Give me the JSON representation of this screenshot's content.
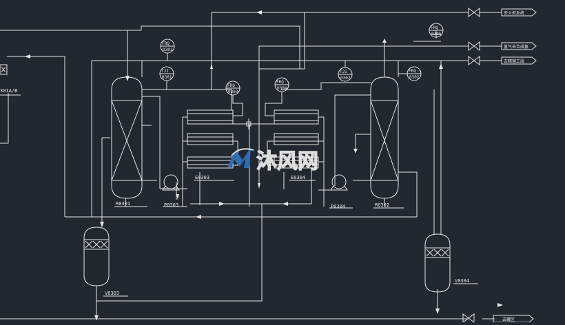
{
  "title": "",
  "equipment": {
    "r0301": "R0301",
    "r0302": "R0302",
    "p0303": "P0303",
    "p0304": "P0304",
    "e0303": "E0303",
    "e0304": "E0304",
    "v0303": "V0303",
    "v0304": "V0304",
    "left_cut_tag": "301A/B"
  },
  "instruments": [
    {
      "type": "FRQ",
      "num": "0301"
    },
    {
      "type": "TJI",
      "num": "0301"
    },
    {
      "type": "FRQ",
      "num": "0303"
    },
    {
      "type": "FRQ",
      "num": "0304"
    },
    {
      "type": "TJI",
      "num": "0302"
    },
    {
      "type": "FRQ",
      "num": "0302"
    },
    {
      "type": "FRQ",
      "num": "0305"
    }
  ],
  "destinations": {
    "d1": "去火炬系统",
    "d2": "氢气去合成氨",
    "d3": "去精馏工段",
    "d4": "去罐区"
  },
  "watermark": {
    "text": "沐风网",
    "color": "#2f6fb8"
  },
  "colors": {
    "background": "#212830",
    "line": "#e6e6e6"
  }
}
